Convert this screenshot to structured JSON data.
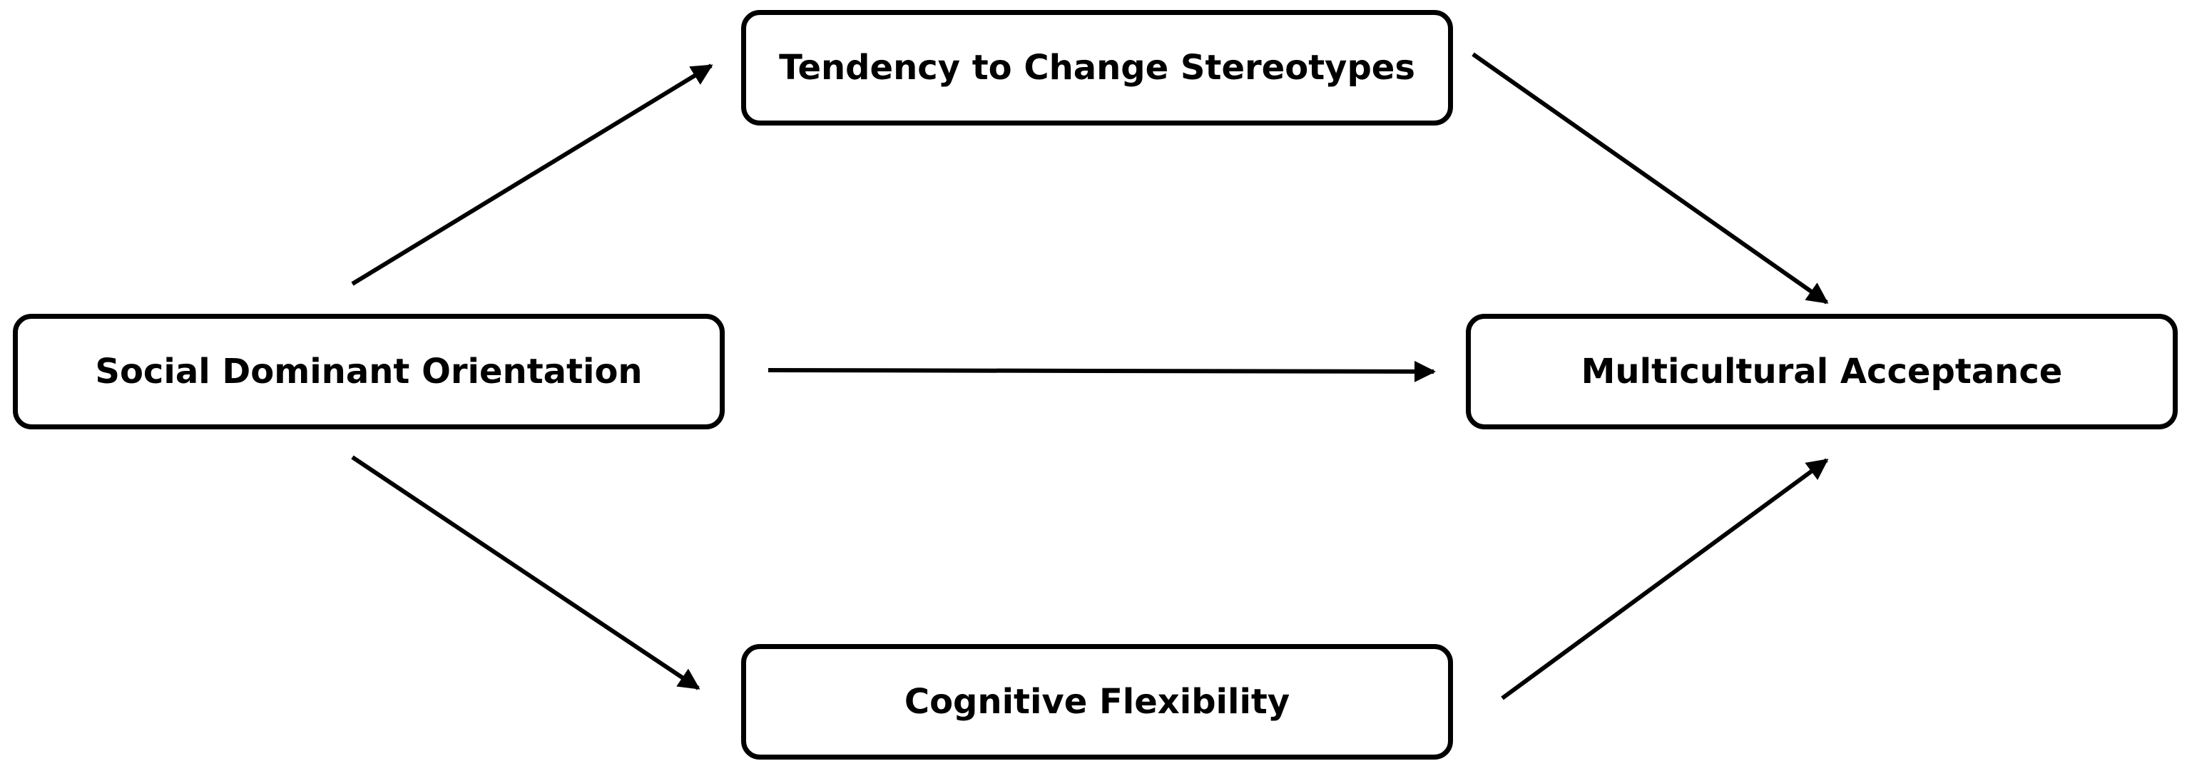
{
  "diagram": {
    "nodes": {
      "sdo": {
        "label": "Social Dominant Orientation"
      },
      "tcs": {
        "label": "Tendency to Change Stereotypes"
      },
      "ma": {
        "label": "Multicultural Acceptance"
      },
      "cf": {
        "label": "Cognitive Flexibility"
      }
    },
    "edges": [
      {
        "from": "Social Dominant Orientation",
        "to": "Tendency to Change Stereotypes"
      },
      {
        "from": "Tendency to Change Stereotypes",
        "to": "Multicultural Acceptance"
      },
      {
        "from": "Social Dominant Orientation",
        "to": "Multicultural Acceptance"
      },
      {
        "from": "Social Dominant Orientation",
        "to": "Cognitive Flexibility"
      },
      {
        "from": "Cognitive Flexibility",
        "to": "Multicultural Acceptance"
      }
    ],
    "colors": {
      "stroke": "#000000",
      "background": "#ffffff"
    }
  }
}
